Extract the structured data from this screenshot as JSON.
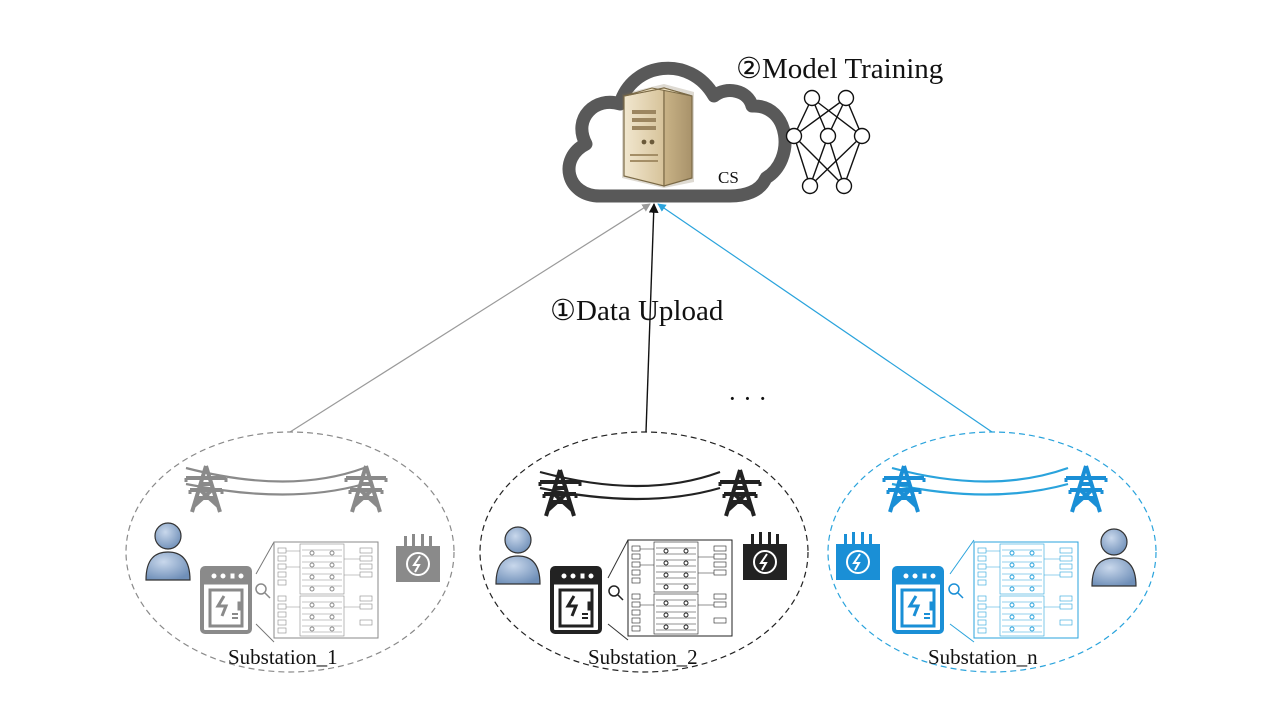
{
  "cloud": {
    "label": "CS"
  },
  "steps": {
    "training": "②Model Training",
    "upload": "①Data Upload"
  },
  "ellipsis": "· · ·",
  "substations": [
    {
      "label": "Substation_1",
      "color": "#8a8a8a"
    },
    {
      "label": "Substation_2",
      "color": "#222222"
    },
    {
      "label": "Substation_n",
      "color": "#1a8fd6"
    }
  ],
  "colors": {
    "cloud_outline": "#595959",
    "server": "#e8dcc0",
    "arrow_gray": "#9a9a9a",
    "arrow_black": "#111111",
    "arrow_blue": "#2aa3dc"
  }
}
